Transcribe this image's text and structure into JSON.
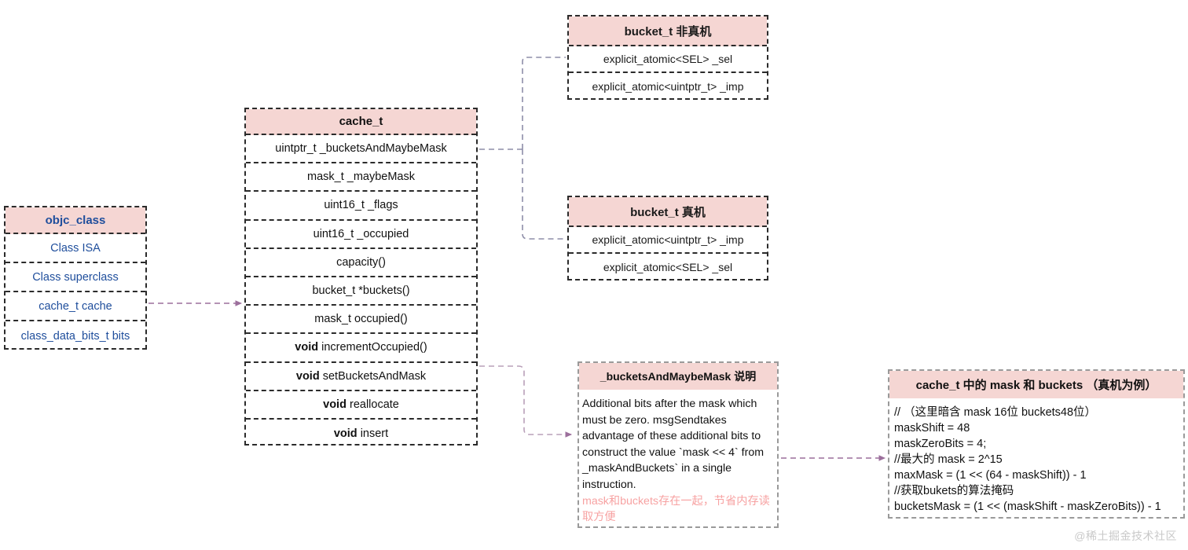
{
  "colors": {
    "header_fill": "#f5d6d3",
    "blue_text": "#1f4e9c",
    "pink_text": "#f7a2a2",
    "connector": "#9c7f9c",
    "dash_dark": "#2b2b2b",
    "dash_light": "#9a9a9a"
  },
  "objc_class": {
    "title": "objc_class",
    "rows": [
      "Class ISA",
      "Class superclass",
      "cache_t cache",
      "class_data_bits_t  bits"
    ]
  },
  "cache_t": {
    "title": "cache_t",
    "rows": [
      {
        "kw": "",
        "text": "uintptr_t  _bucketsAndMaybeMask"
      },
      {
        "kw": "",
        "text": "mask_t  _maybeMask"
      },
      {
        "kw": "",
        "text": "uint16_t  _flags"
      },
      {
        "kw": "",
        "text": "uint16_t  _occupied"
      },
      {
        "kw": "",
        "text": "capacity()"
      },
      {
        "kw": "",
        "text": "bucket_t *buckets()"
      },
      {
        "kw": "",
        "text": "mask_t occupied()"
      },
      {
        "kw": "void",
        "text": "incrementOccupied()"
      },
      {
        "kw": "void",
        "text": "setBucketsAndMask"
      },
      {
        "kw": "void",
        "text": "reallocate"
      },
      {
        "kw": "void",
        "text": "insert"
      }
    ]
  },
  "bucket_fake": {
    "title": "bucket_t 非真机",
    "rows": [
      "explicit_atomic<SEL> _sel",
      "explicit_atomic<uintptr_t> _imp"
    ]
  },
  "bucket_real": {
    "title": "bucket_t 真机",
    "rows": [
      "explicit_atomic<uintptr_t> _imp",
      "explicit_atomic<SEL> _sel"
    ]
  },
  "note_box": {
    "title": "_bucketsAndMaybeMask 说明",
    "body_en": "Additional bits after the mask which must be zero. msgSendtakes advantage of these additional bits to construct the value `mask << 4` from _maskAndBuckets` in a single instruction.",
    "body_cn": "mask和buckets存在一起，节省内存读取方便"
  },
  "code_box": {
    "title": "cache_t 中的 mask 和 buckets （真机为例）",
    "lines": [
      "// （这里暗含 mask 16位 buckets48位）",
      "maskShift = 48",
      "maskZeroBits = 4;",
      "//最大的 mask = 2^15",
      "maxMask = (1 << (64 - maskShift)) - 1",
      "//获取bukets的算法掩码",
      "bucketsMask = (1 << (maskShift - maskZeroBits)) - 1"
    ]
  },
  "watermark": "@稀土掘金技术社区"
}
